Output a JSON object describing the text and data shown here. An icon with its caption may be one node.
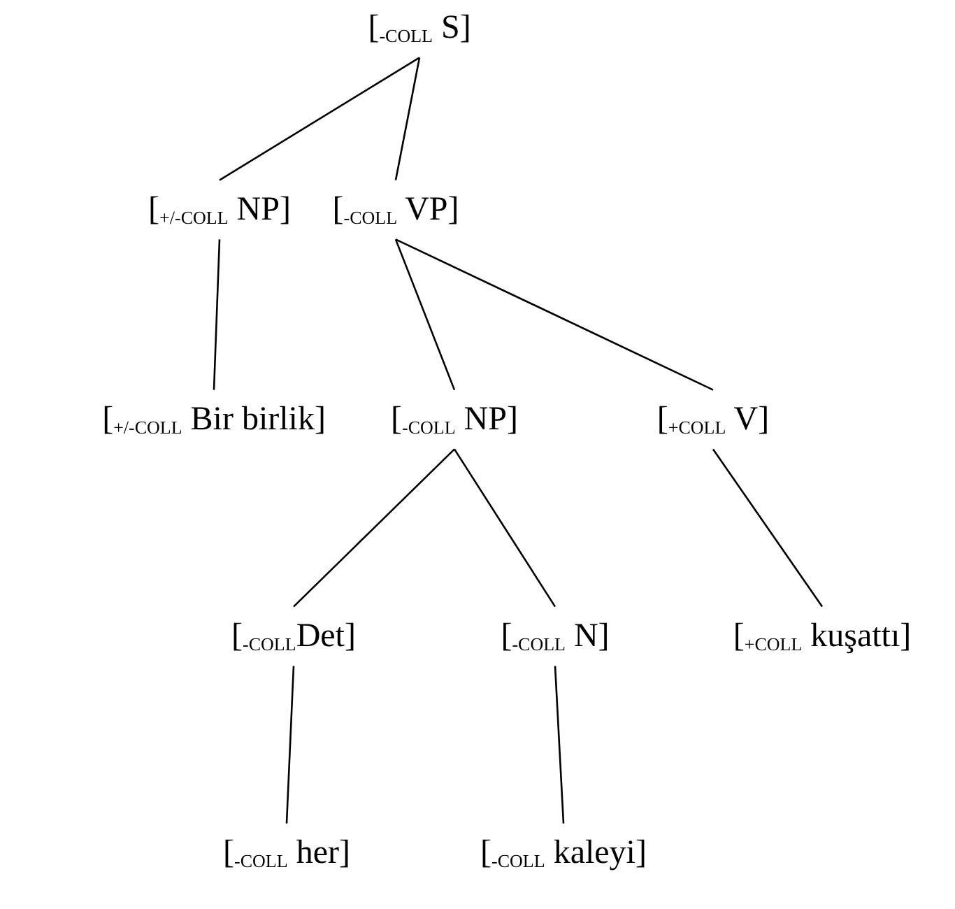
{
  "diagram": {
    "nodes": [
      {
        "text": [
          "[$_{-COLL}$ S]"
        ]
      },
      {
        "text": [
          "[$_{+/-COLL}$ NP]"
        ]
      },
      {
        "text": [
          "[$_{-COLL}$ VP]"
        ]
      },
      {
        "text": [
          "[$_{+/-COLL}$ Bir birlik]"
        ]
      },
      {
        "text": [
          "[$_{-COLL}$ NP]"
        ]
      },
      {
        "text": [
          "[$_{+COLL}$ V]"
        ]
      },
      {
        "text": [
          "[$_{-COLL}$Det]"
        ]
      },
      {
        "text": [
          "[$_{-COLL}$ N]"
        ]
      },
      {
        "text": [
          "[$_{+COLL}$ kuşattı]"
        ]
      },
      {
        "text": [
          "[$_{-COLL}$ her]"
        ]
      },
      {
        "text": [
          "[$_{-COLL}$ kaleyi]"
        ]
      }
    ],
    "edges": [
      {
        "from": 0,
        "to": 1,
        "arrow": "none"
      },
      {
        "from": 0,
        "to": 2,
        "arrow": "none"
      },
      {
        "from": 1,
        "to": 3,
        "arrow": "none"
      },
      {
        "from": 2,
        "to": 4,
        "arrow": "none"
      },
      {
        "from": 2,
        "to": 5,
        "arrow": "none"
      },
      {
        "from": 4,
        "to": 6,
        "arrow": "none"
      },
      {
        "from": 4,
        "to": 7,
        "arrow": "none"
      },
      {
        "from": 5,
        "to": 8,
        "arrow": "none"
      },
      {
        "from": 6,
        "to": 9,
        "arrow": "none"
      },
      {
        "from": 7,
        "to": 10,
        "arrow": "none"
      }
    ]
  }
}
